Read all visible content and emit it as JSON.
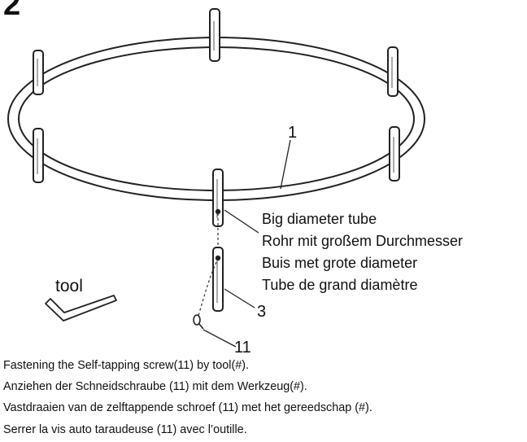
{
  "step": {
    "number": "2"
  },
  "callouts": {
    "ring": "1",
    "leg": "3",
    "screw": "11"
  },
  "tool_label": "tool",
  "part_name": {
    "en": "Big diameter tube",
    "de": "Rohr mit großem Durchmesser",
    "nl": "Buis met grote diameter",
    "fr": "Tube de grand diamètre"
  },
  "instructions": {
    "en": "Fastening the Self-tapping screw(11) by tool(#).",
    "de": "Anziehen der  Schneidschraube (11) mit dem Werkzeug(#).",
    "nl": "Vastdraaien van de zelftappende schroef (11) met het gereedschap (#).",
    "fr": "Serrer la vis auto taraudeuse (11) avec l’outille."
  }
}
